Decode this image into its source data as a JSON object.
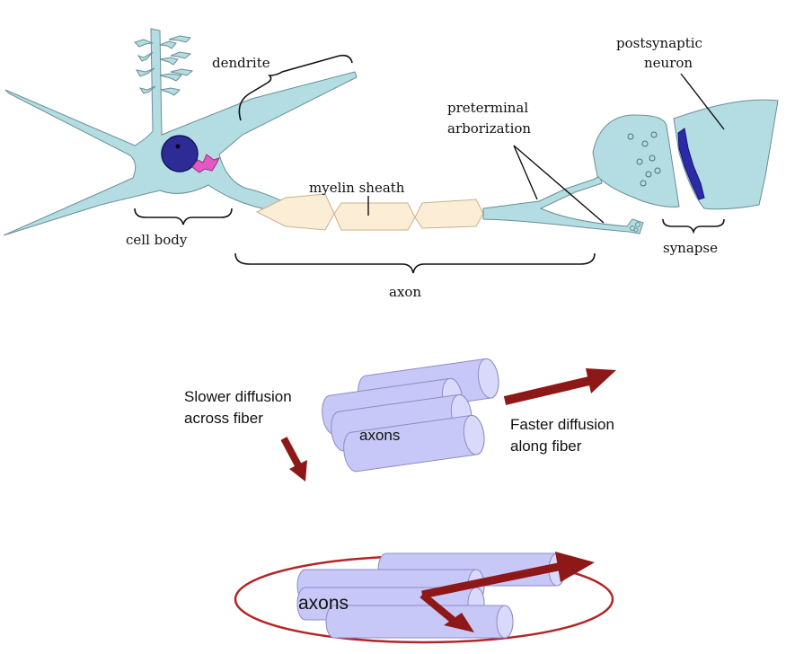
{
  "neuron": {
    "labels": {
      "dendrite": "dendrite",
      "cell_body": "cell body",
      "myelin_sheath": "myelin sheath",
      "axon": "axon",
      "preterminal_line1": "preterminal",
      "preterminal_line2": "arborization",
      "postsynaptic_line1": "postsynaptic",
      "postsynaptic_line2": "neuron",
      "synapse": "synapse"
    }
  },
  "diffusion": {
    "slower_line1": "Slower diffusion",
    "slower_line2": "across fiber",
    "faster_line1": "Faster diffusion",
    "faster_line2": "along fiber",
    "bundle_label": "axons"
  },
  "tensor": {
    "bundle_label": "axons"
  },
  "colors": {
    "cell": "#b3dde2",
    "nucleus": "#2d2c96",
    "myelin": "#fbedd6",
    "axon_bundle": "#c7c8f7",
    "arrow": "#8e1717",
    "ellipse": "#b12626",
    "cleft_dark": "#2d2aa8",
    "organelle": "#e05ac2"
  }
}
